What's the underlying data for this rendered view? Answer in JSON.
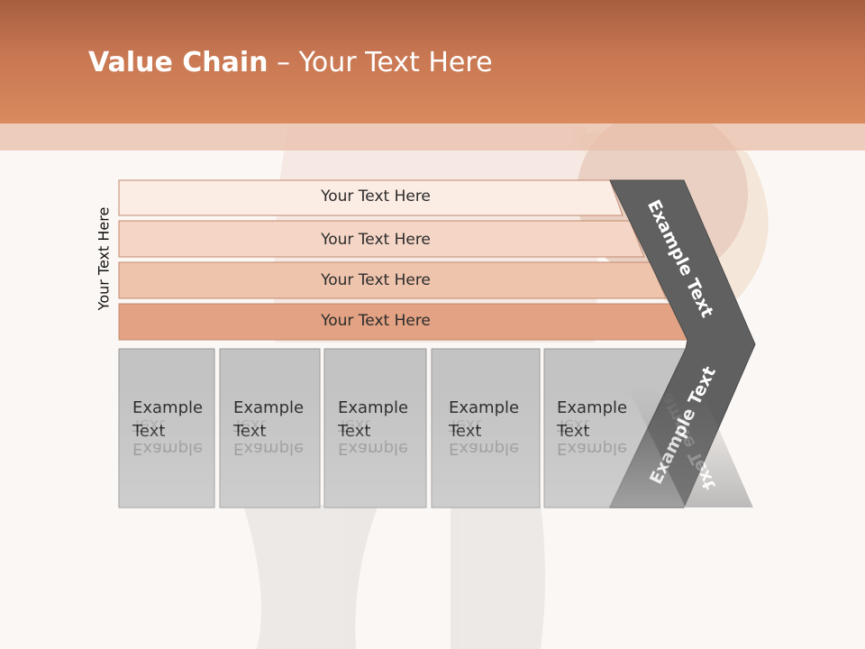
{
  "slide": {
    "title_bold": "Value Chain",
    "title_rest": " – Your Text Here",
    "side_label": "Your Text Here"
  },
  "rows": [
    {
      "label": "Your Text Here",
      "color": "#fbece4"
    },
    {
      "label": "Your Text Here",
      "color": "#f5d6c6"
    },
    {
      "label": "Your Text Here",
      "color": "#efc4ad"
    },
    {
      "label": "Your Text Here",
      "color": "#e2a283"
    }
  ],
  "boxes": [
    {
      "line1": "Example",
      "line2": "Text"
    },
    {
      "line1": "Example",
      "line2": "Text"
    },
    {
      "line1": "Example",
      "line2": "Text"
    },
    {
      "line1": "Example",
      "line2": "Text"
    },
    {
      "line1": "Example",
      "line2": "Text"
    }
  ],
  "chevron": {
    "upper_label": "Example Text",
    "lower_label": "Example Text",
    "color": "#606060"
  },
  "colors": {
    "header": "#d0805a",
    "box_fill": "#c3c3c3"
  }
}
